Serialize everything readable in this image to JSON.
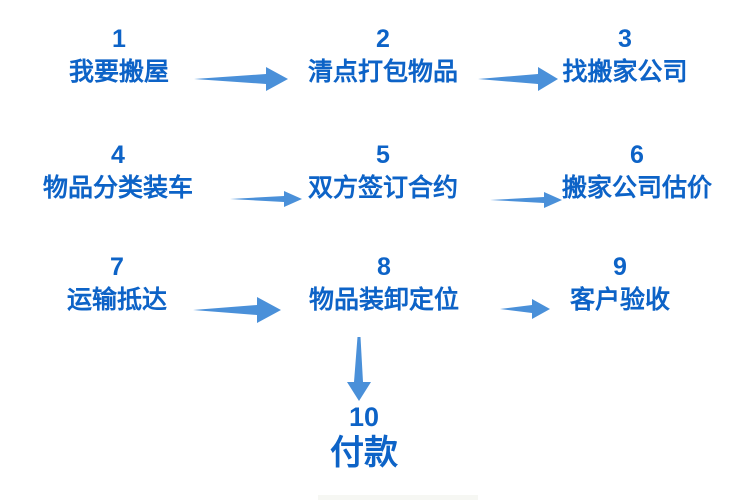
{
  "colors": {
    "text_blue": "#0d63c7",
    "arrow_blue": "#4a90d9",
    "background": "#ffffff"
  },
  "flow": {
    "steps": [
      {
        "number": "1",
        "label": "我要搬屋"
      },
      {
        "number": "2",
        "label": "清点打包物品"
      },
      {
        "number": "3",
        "label": "找搬家公司"
      },
      {
        "number": "4",
        "label": "物品分类装车"
      },
      {
        "number": "5",
        "label": "双方签订合约"
      },
      {
        "number": "6",
        "label": "搬家公司估价"
      },
      {
        "number": "7",
        "label": "运输抵达"
      },
      {
        "number": "8",
        "label": "物品装卸定位"
      },
      {
        "number": "9",
        "label": "客户验收"
      },
      {
        "number": "10",
        "label": "付款"
      }
    ],
    "connections": [
      {
        "from": "1",
        "to": "2",
        "direction": "right"
      },
      {
        "from": "2",
        "to": "3",
        "direction": "right"
      },
      {
        "from": "4",
        "to": "5",
        "direction": "right"
      },
      {
        "from": "5",
        "to": "6",
        "direction": "right"
      },
      {
        "from": "7",
        "to": "8",
        "direction": "right"
      },
      {
        "from": "8",
        "to": "9",
        "direction": "right"
      },
      {
        "from": "8",
        "to": "10",
        "direction": "down"
      }
    ]
  }
}
